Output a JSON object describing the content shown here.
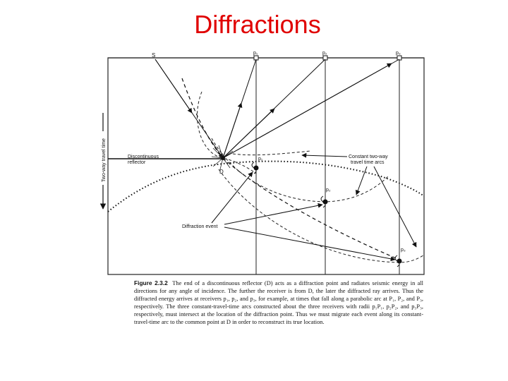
{
  "slide": {
    "title": "Diffractions"
  },
  "figure": {
    "labels": {
      "source": "S",
      "receiver_p1": "p₁",
      "receiver_p2": "p₂",
      "receiver_p3": "p₃",
      "axis": "Two-way travel time",
      "reflector_line1": "Discontinuous",
      "reflector_line2": "reflector",
      "diffraction_point": "D",
      "point_p1": "p₁",
      "point_p2": "p₂",
      "point_p3": "p₃",
      "arcs_line1": "Constant two-way",
      "arcs_line2": "travel time arcs",
      "diffraction_event": "Diffraction event"
    },
    "caption": {
      "label": "Figure 2.3.2",
      "text": "The end of a discontinuous reflector (D) acts as a diffraction point and radiates seismic energy in all directions for any angle of incidence. The further the receiver is from D, the later the diffracted ray arrives. Thus the diffracted energy arrives at receivers p₁, p₂, and p₃, for example, at times that fall along a parabolic arc at P₁, P₂, and P₃, respectively. The three constant-travel-time arcs constructed about the three receivers with radii p₁P₁, p₂P₂, and p₃P₃, respectively, must intersect at the location of the diffraction point. Thus we must migrate each event along its constant-travel-time arc to the common point at D in order to reconstruct its true location."
    }
  }
}
